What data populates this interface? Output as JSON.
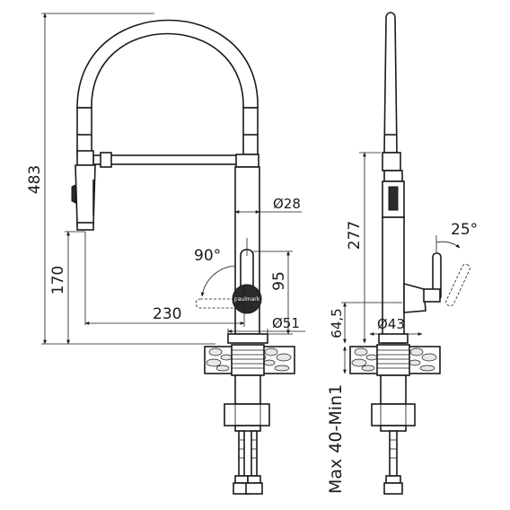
{
  "dimensions": {
    "front_height": "483",
    "front_spout_height": "170",
    "front_reach": "230",
    "front_rotation": "90°",
    "front_body_diameter": "Ø28",
    "front_lever_height": "95",
    "front_base_diameter": "Ø51",
    "side_height": "277",
    "side_lever_angle": "25°",
    "side_base_height": "64,5",
    "side_base_diameter": "Ø43",
    "worktop_thickness": "Max 40-Min1"
  },
  "brand": "paulmark"
}
